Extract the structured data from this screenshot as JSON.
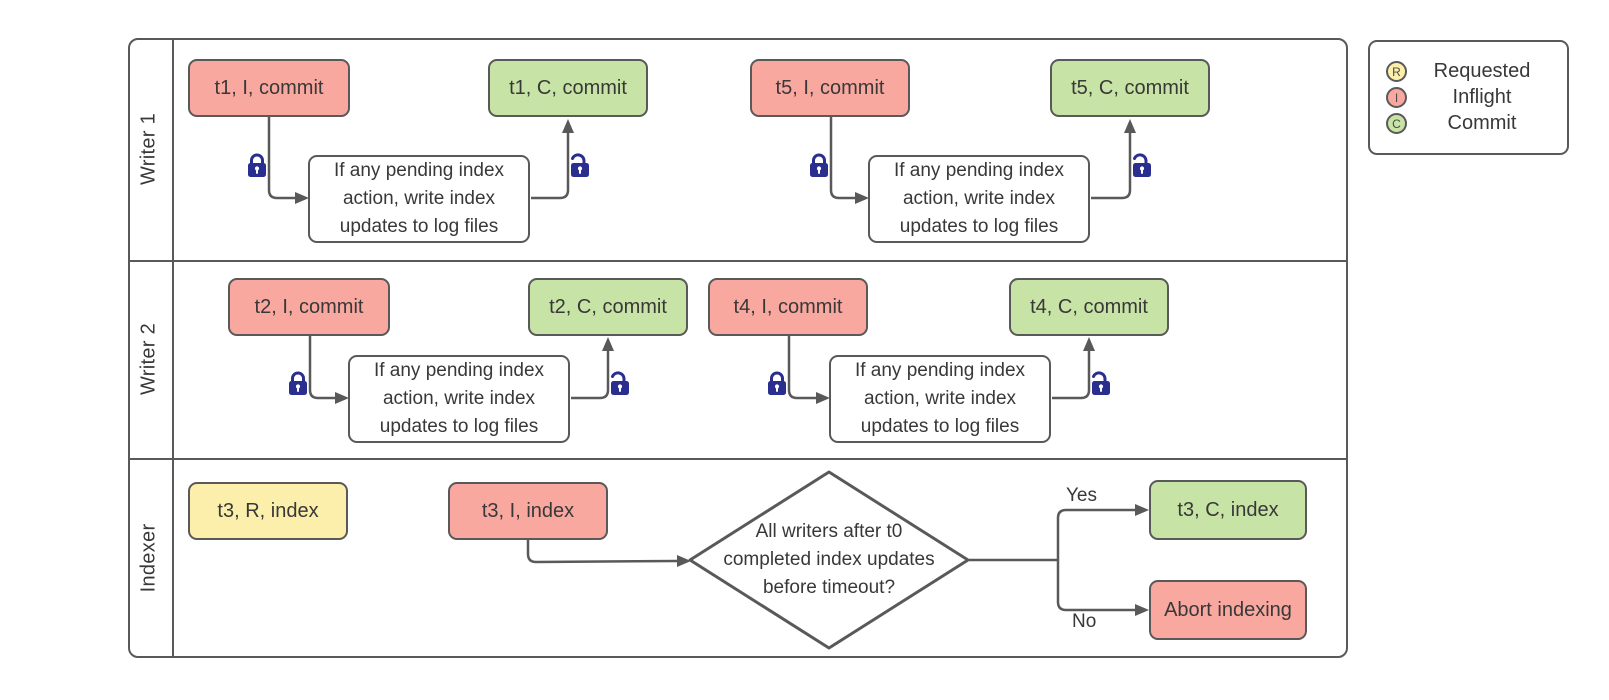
{
  "diagram_title": "",
  "colors": {
    "inflight_fill": "#F9A8A0",
    "commit_fill": "#C7E3A5",
    "requested_fill": "#FBEFAB",
    "shape_border": "#595959",
    "connector": "#595959",
    "lock_icon": "#2A2F8F",
    "text": "#383838"
  },
  "lanes": [
    {
      "label": "Writer 1"
    },
    {
      "label": "Writer 2"
    },
    {
      "label": "Indexer"
    }
  ],
  "legend": {
    "items": [
      {
        "letter": "R",
        "label": "Requested"
      },
      {
        "letter": "I",
        "label": "Inflight"
      },
      {
        "letter": "C",
        "label": "Commit"
      }
    ]
  },
  "nodes": {
    "t1_inflight": "t1, I, commit",
    "t1_commit": "t1, C, commit",
    "t5_inflight": "t5, I, commit",
    "t5_commit": "t5, C, commit",
    "t2_inflight": "t2, I, commit",
    "t2_commit": "t2, C, commit",
    "t4_inflight": "t4, I, commit",
    "t4_commit": "t4, C, commit",
    "t3_requested": "t3, R, index",
    "t3_inflight": "t3, I, index",
    "t3_commit": "t3, C, index",
    "abort": "Abort indexing",
    "pending_note": "If any pending index action, write index updates to log files",
    "decision": "All writers after t0 completed index updates before timeout?"
  },
  "edge_labels": {
    "yes": "Yes",
    "no": "No"
  }
}
